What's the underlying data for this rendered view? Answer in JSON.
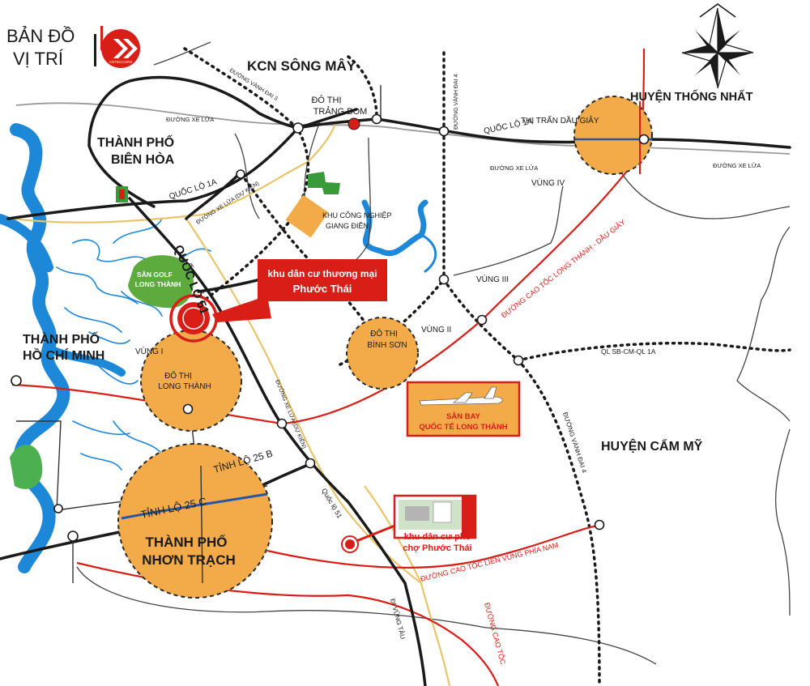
{
  "header": {
    "title_line1": "BẢN ĐỒ",
    "title_line2": "VỊ TRÍ",
    "logo_text": "COTECCONS"
  },
  "places": {
    "kcn_song_may": "KCN SÔNG MÂY",
    "do_thi_trang_bom_1": "ĐÔ THỊ",
    "do_thi_trang_bom_2": "TRẢNG BOM",
    "huyen_thong_nhat": "HUYỆN THỐNG NHẤT",
    "thi_tran_dau_giay": "THỊ TRẤN DẦU GIÂY",
    "tp_bien_hoa_1": "THÀNH PHỐ",
    "tp_bien_hoa_2": "BIÊN HÒA",
    "kcn_giang_dien_1": "KHU CÔNG NGHIỆP",
    "kcn_giang_dien_2": "GIANG ĐIỀN",
    "san_golf_1": "SÂN GOLF",
    "san_golf_2": "LONG THÀNH",
    "tp_hcm_1": "THÀNH PHỐ",
    "tp_hcm_2": "HỒ CHÍ MINH",
    "do_thi_binh_son_1": "ĐÔ THỊ",
    "do_thi_binh_son_2": "BÌNH SƠN",
    "do_thi_long_thanh_1": "ĐÔ THỊ",
    "do_thi_long_thanh_2": "LONG THÀNH",
    "tp_nhon_trach_1": "THÀNH PHỐ",
    "tp_nhon_trach_2": "NHƠN TRẠCH",
    "huyen_cam_my": "HUYỆN CẨM MỸ"
  },
  "zones": {
    "vung_1": "VÙNG I",
    "vung_2": "VÙNG II",
    "vung_3": "VÙNG III",
    "vung_4": "VÙNG IV"
  },
  "roads": {
    "duong_xe_lua_1": "ĐƯỜNG XE LỬA",
    "duong_xe_lua_2": "ĐƯỜNG XE LỬA",
    "duong_xe_lua_3": "ĐƯỜNG XE LỬA",
    "duong_xe_lua_du_kien_1": "ĐƯỜNG XE LỬA (DỰ KIẾN)",
    "duong_xe_lua_du_kien_2": "ĐƯỜNG XE LỬA (DỰ KIẾN)",
    "quoc_lo_1a_1": "QUỐC LỘ 1A",
    "quoc_lo_1a_2": "QUỐC LỘ 1A",
    "quoc_lo_51_big": "QUỐC LỘ 51",
    "quoc_lo_51_small": "Quốc lộ 51",
    "vanh_dai_3": "ĐƯỜNG VÀNH ĐAI 3",
    "vanh_dai_4_top": "ĐƯỜNG VÀNH ĐAI 4",
    "vanh_dai_4_bottom": "ĐƯỜNG VÀNH ĐAI 4",
    "cao_toc_lt_dg": "ĐƯỜNG CAO TỐC LONG THÀNH - DẦU GIÂY",
    "cao_toc_lien_vung": "ĐƯỜNG CAO TỐC LIÊN VÙNG PHÍA NAM",
    "cao_toc": "ĐƯỜNG CAO TỐC",
    "ql_sb": "QL SB-CM-QL 1A",
    "tinh_lo_25b": "TỈNH LỘ 25 B",
    "tinh_lo_25c": "TỈNH LỘ 25 C",
    "di_vung_tau": "ĐI VŨNG TÀU"
  },
  "callouts": {
    "phuoc_thai_1": "khu dân cư thương mại",
    "phuoc_thai_2": "Phước Thái",
    "cho_phuoc_thai_1": "khu dân cư phố",
    "cho_phuoc_thai_2": "chợ Phước Thái",
    "airport_1": "SÂN BAY",
    "airport_2": "QUỐC TẾ LONG THÀNH"
  },
  "compass": {
    "icon": "compass-rose-icon"
  },
  "colors": {
    "accent_red": "#d91e18",
    "urban_orange": "#f3ab4a",
    "river_blue": "#1e88d8",
    "golf_green": "#5cab3c",
    "road_black": "#1a1a1a",
    "rail_gray": "#9a9a9a",
    "road_tan": "#e8c56a"
  }
}
